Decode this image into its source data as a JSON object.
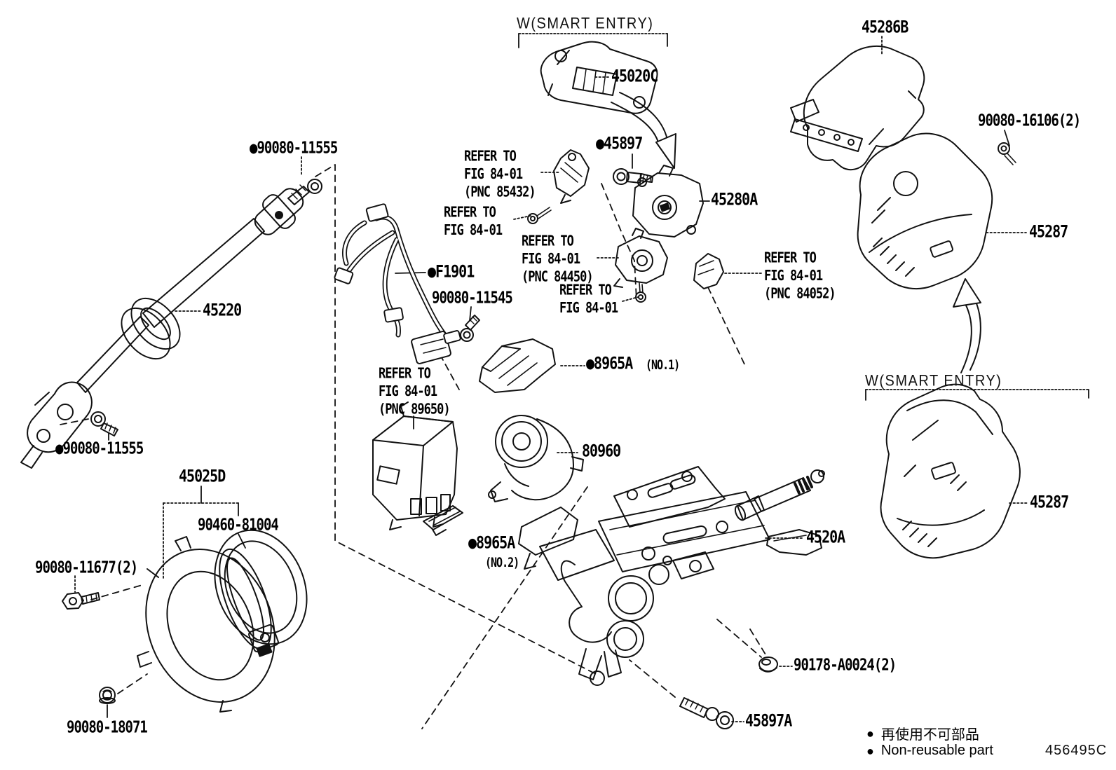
{
  "labels": {
    "smart_entry_1": {
      "text": "W(SMART ENTRY)"
    },
    "smart_entry_2": {
      "text": "W(SMART ENTRY)"
    },
    "p45020c": {
      "text": "45020C"
    },
    "p45286b": {
      "text": "45286B"
    },
    "p90080_16106": {
      "text": "90080-16106(2)"
    },
    "p45287_top": {
      "text": "45287"
    },
    "p45287_bottom": {
      "text": "45287"
    },
    "p45897": {
      "text": "●45897"
    },
    "refer_85432": {
      "text": "REFER TO\nFIG 84-01\n(PNC 85432)"
    },
    "refer_a": {
      "text": "REFER TO\nFIG 84-01"
    },
    "p45280a": {
      "text": "45280A"
    },
    "refer_84450": {
      "text": "REFER TO\nFIG 84-01\n(PNC 84450)"
    },
    "f1901": {
      "text": "●F1901"
    },
    "p90080_11545": {
      "text": "90080-11545"
    },
    "refer_b": {
      "text": "REFER TO\nFIG 84-01"
    },
    "refer_84052": {
      "text": "REFER TO\nFIG 84-01\n(PNC 84052)"
    },
    "p45220": {
      "text": "45220"
    },
    "p8965a_no1": {
      "text": "●8965A"
    },
    "no1": {
      "text": "(NO.1)"
    },
    "refer_89650": {
      "text": "REFER TO\nFIG 84-01\n(PNC 89650)"
    },
    "p80960": {
      "text": "80960"
    },
    "p90080_11555_top": {
      "text": "●90080-11555"
    },
    "p90080_11555_bottom": {
      "text": "●90080-11555"
    },
    "p45025d": {
      "text": "45025D"
    },
    "p90460_81004": {
      "text": "90460-81004"
    },
    "p8965a_no2": {
      "text": "●8965A"
    },
    "no2": {
      "text": "(NO.2)"
    },
    "p4520a": {
      "text": "4520A"
    },
    "p90080_11677": {
      "text": "90080-11677(2)"
    },
    "p90178_a0024": {
      "text": "90178-A0024(2)"
    },
    "p90080_18071": {
      "text": "90080-18071"
    },
    "p45897a": {
      "text": "45897A"
    }
  },
  "legend": {
    "items": [
      {
        "bullet": "●",
        "text": "再使用不可部品"
      },
      {
        "bullet": "●",
        "text": "Non-reusable part"
      }
    ],
    "code": "456495C"
  },
  "colors": {
    "line": "#111111",
    "background": "#ffffff"
  }
}
